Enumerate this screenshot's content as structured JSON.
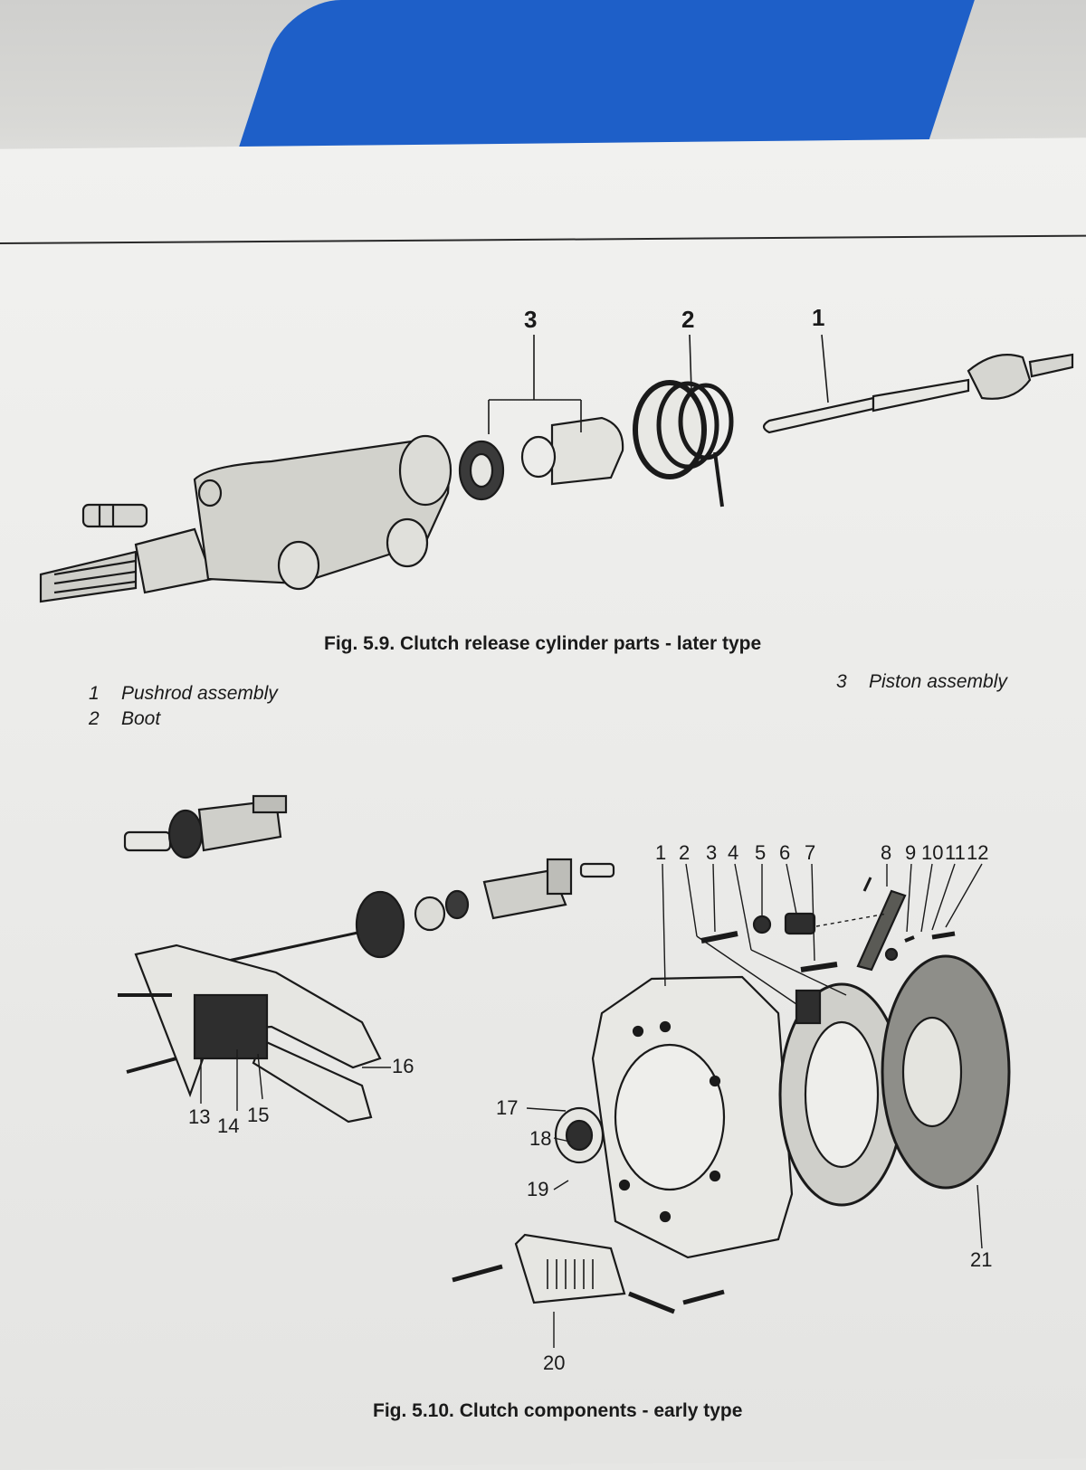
{
  "fig_top": {
    "caption": "Fig. 5.9. Clutch release cylinder parts - later type",
    "callouts": [
      "3",
      "2",
      "1"
    ],
    "legend": [
      {
        "num": "1",
        "text": "Pushrod assembly"
      },
      {
        "num": "2",
        "text": "Boot"
      },
      {
        "num": "3",
        "text": "Piston assembly"
      }
    ]
  },
  "fig_bottom": {
    "caption": "Fig. 5.10. Clutch components - early type",
    "callouts_top": [
      "1",
      "2",
      "3",
      "4",
      "5",
      "6",
      "7",
      "8",
      "9",
      "10",
      "11",
      "12"
    ],
    "callouts_other": [
      "16",
      "13",
      "14",
      "15",
      "17",
      "18",
      "19",
      "20",
      "21"
    ]
  },
  "colors": {
    "ink": "#1a1a1a",
    "paper": "#ececea",
    "blue": "#1e5fc8"
  }
}
